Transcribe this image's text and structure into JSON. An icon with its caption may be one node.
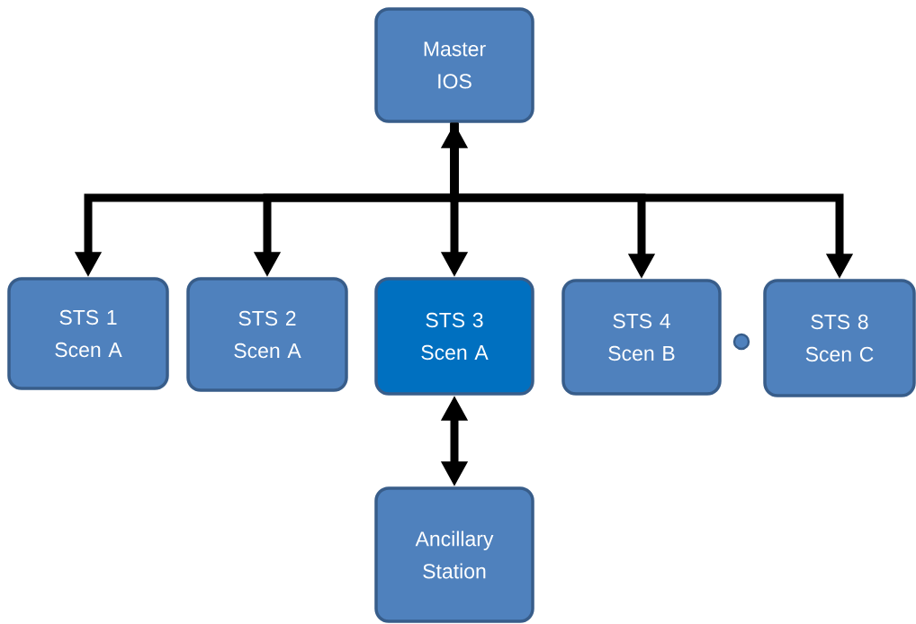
{
  "diagram": {
    "nodes": [
      {
        "text": [
          "Master IOS"
        ]
      },
      {
        "text": [
          "STS 1 Scen A"
        ]
      },
      {
        "text": [
          "STS 2 Scen A"
        ]
      },
      {
        "text": [
          "STS 3 Scen A"
        ]
      },
      {
        "text": [
          "STS 4 Scen B"
        ]
      },
      {
        "text": [
          "STS 8 Scen C"
        ]
      },
      {
        "text": [
          "Ancillary Station"
        ]
      }
    ],
    "edges": [
      {
        "from": 0,
        "to": 1,
        "arrow": "to"
      },
      {
        "from": 0,
        "to": 2,
        "arrow": "to"
      },
      {
        "from": 0,
        "to": 3,
        "arrow": "both"
      },
      {
        "from": 0,
        "to": 4,
        "arrow": "to"
      },
      {
        "from": 0,
        "to": 5,
        "arrow": "to"
      },
      {
        "from": 3,
        "to": 6,
        "arrow": "both"
      }
    ]
  }
}
